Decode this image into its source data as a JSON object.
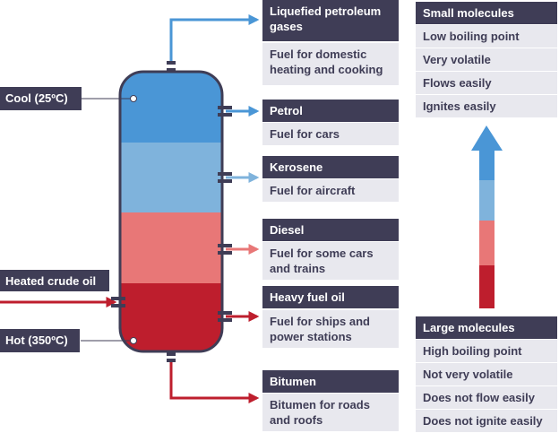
{
  "column": {
    "layer_colors": {
      "top": "#4a96d6",
      "upper_middle": "#7fb3dc",
      "lower_middle": "#e87777",
      "bottom": "#be1e2d"
    },
    "outline_color": "#3f3d56"
  },
  "inlet": {
    "label": "Heated crude oil"
  },
  "temperatures": {
    "top": "Cool (25ºC)",
    "bottom": "Hot (350ºC)"
  },
  "fractions": [
    {
      "name": "Liquefied petroleum gases",
      "use": "Fuel for domestic heating and cooking",
      "color": "#4a96d6"
    },
    {
      "name": "Petrol",
      "use": "Fuel for cars",
      "color": "#4a96d6"
    },
    {
      "name": "Kerosene",
      "use": "Fuel for aircraft",
      "color": "#7fb3dc"
    },
    {
      "name": "Diesel",
      "use": "Fuel for some cars and trains",
      "color": "#e87777"
    },
    {
      "name": "Heavy fuel oil",
      "use": "Fuel for ships and power stations",
      "color": "#be1e2d"
    },
    {
      "name": "Bitumen",
      "use": "Bitumen for roads and roofs",
      "color": "#be1e2d"
    }
  ],
  "properties": {
    "small": {
      "title": "Small molecules",
      "items": [
        "Low boiling point",
        "Very volatile",
        "Flows easily",
        "Ignites easily"
      ]
    },
    "large": {
      "title": "Large molecules",
      "items": [
        "High boiling point",
        "Not very volatile",
        "Does not flow easily",
        "Does not ignite easily"
      ]
    }
  }
}
